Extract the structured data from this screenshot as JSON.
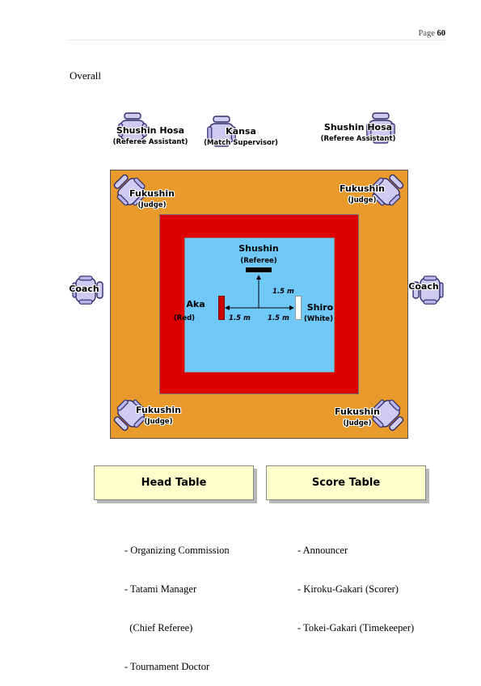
{
  "page": {
    "label": "Page",
    "number": "60"
  },
  "section_title": "Overall",
  "officials": {
    "shushin_hosa_left": {
      "name": "Shushin Hosa",
      "role": "(Referee Assistant)"
    },
    "kansa": {
      "name": "Kansa",
      "role": "(Match Supervisor)"
    },
    "shushin_hosa_right": {
      "name": "Shushin Hosa",
      "role": "(Referee Assistant)"
    },
    "fukushin_tl": {
      "name": "Fukushin",
      "role": "(Judge)"
    },
    "fukushin_tr": {
      "name": "Fukushin",
      "role": "(Judge)"
    },
    "fukushin_bl": {
      "name": "Fukushin",
      "role": "(Judge)"
    },
    "fukushin_br": {
      "name": "Fukushin",
      "role": "(Judge)"
    },
    "coach_left": {
      "name": "Coach"
    },
    "coach_right": {
      "name": "Coach"
    }
  },
  "area": {
    "shushin": {
      "name": "Shushin",
      "role": "(Referee)"
    },
    "aka": {
      "name": "Aka",
      "role": "(Red)"
    },
    "shiro": {
      "name": "Shiro",
      "role": "(White)"
    },
    "distances": {
      "vertical": "1.5 m",
      "left": "1.5 m",
      "right": "1.5 m"
    },
    "colors": {
      "outer": "#e99a2c",
      "safety": "#dd0000",
      "competition": "#6fc8f8",
      "aka_mark": "#cc0000"
    }
  },
  "tables": {
    "head": {
      "label": "Head Table",
      "items": [
        "- Organizing Commission",
        "- Tatami Manager",
        "  (Chief Referee)",
        "- Tournament Doctor"
      ]
    },
    "score": {
      "label": "Score Table",
      "items": [
        "- Announcer",
        "- Kiroku-Gakari (Scorer)",
        "- Tokei-Gakari (Timekeeper)"
      ]
    }
  }
}
